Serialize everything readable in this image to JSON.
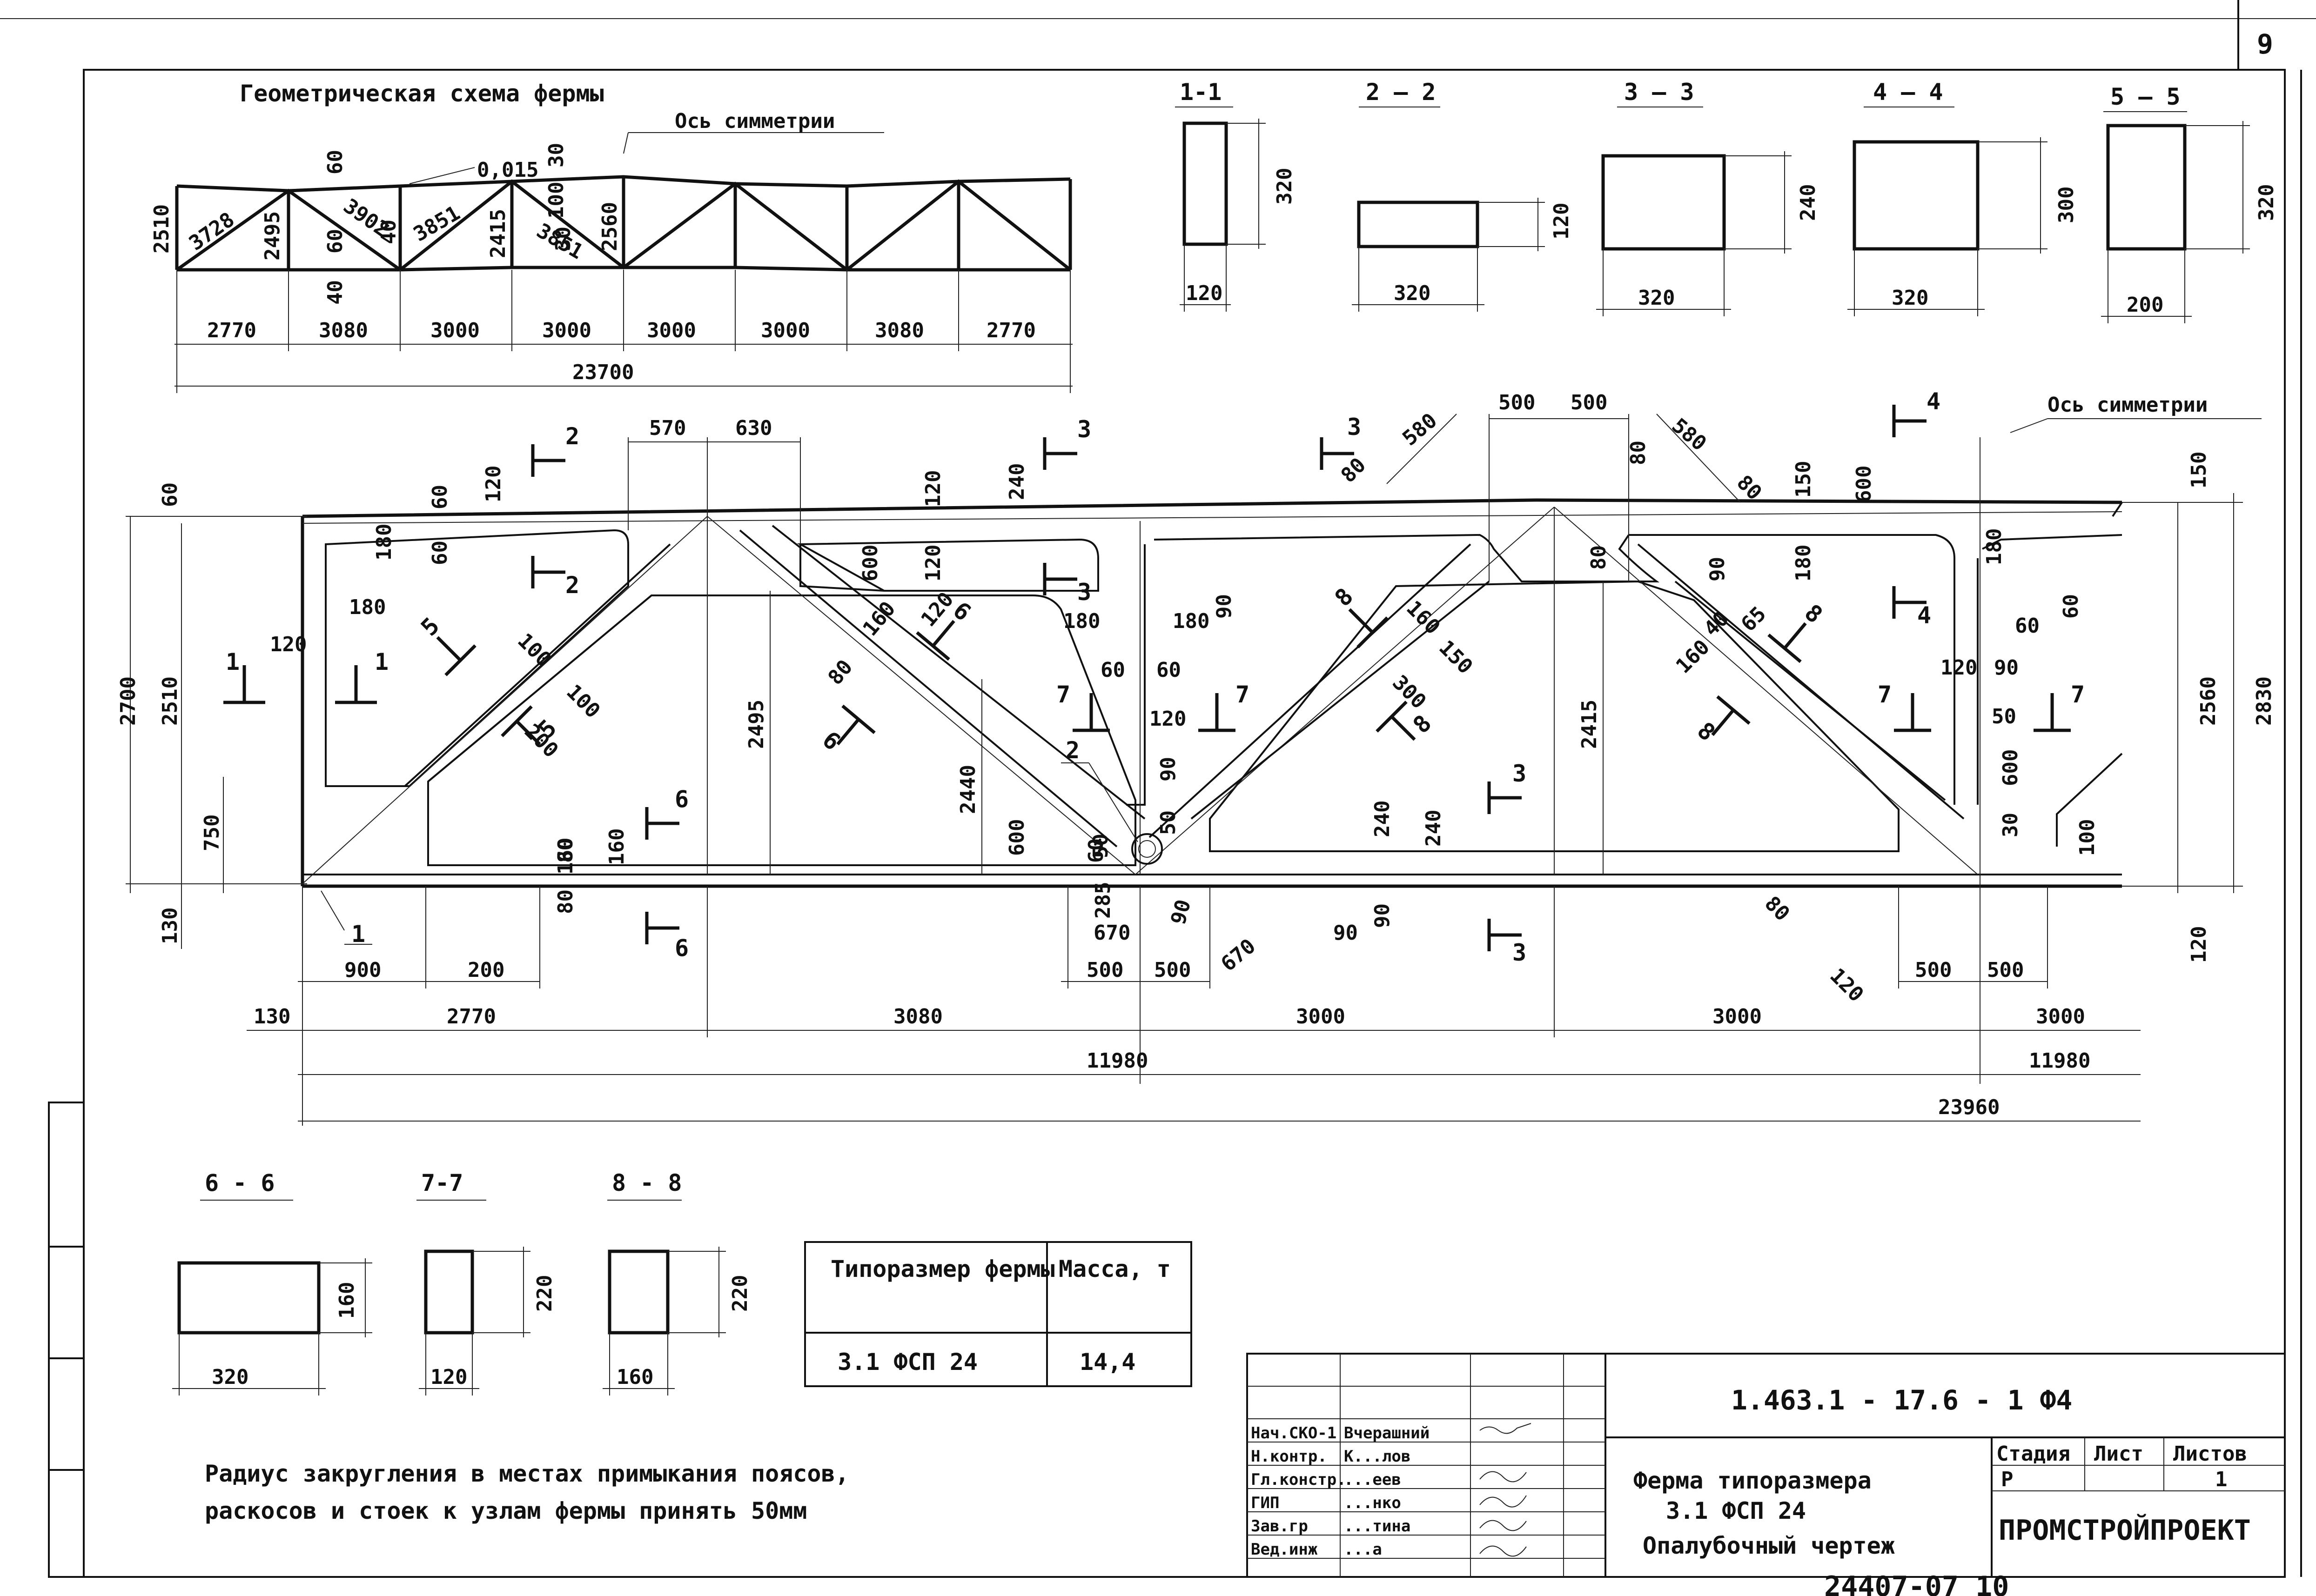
{
  "sheet": {
    "number": "9",
    "stamp": "24407-07  10"
  },
  "geom_scheme": {
    "title": "Геометрическая схема фермы",
    "axis_label": "Ось симметрии",
    "slope": "0,015",
    "heights": [
      "2510",
      "2495",
      "2415",
      "2560"
    ],
    "diagonals": [
      "3728",
      "3902",
      "3851",
      "3851"
    ],
    "small": [
      "60",
      "60",
      "40",
      "40",
      "30",
      "100",
      "30"
    ],
    "panels": [
      "2770",
      "3080",
      "3000",
      "3000",
      "3000",
      "3000",
      "3080",
      "2770"
    ],
    "total": "23700"
  },
  "top_sections": [
    {
      "label": "1-1",
      "w": "120",
      "h": "320"
    },
    {
      "label": "2 – 2",
      "w": "320",
      "h": "120"
    },
    {
      "label": "3 – 3",
      "w": "320",
      "h": "240"
    },
    {
      "label": "4 – 4",
      "w": "320",
      "h": "300"
    },
    {
      "label": "5 – 5",
      "w": "200",
      "h": "320"
    }
  ],
  "main": {
    "axis_label": "Ось симметрии",
    "cut_marks": [
      "1",
      "1",
      "2",
      "2",
      "3",
      "3",
      "3",
      "3",
      "3",
      "3",
      "4",
      "4",
      "5",
      "5",
      "6",
      "6",
      "6",
      "6",
      "7",
      "7",
      "7",
      "7",
      "8",
      "8",
      "8",
      "8"
    ],
    "node_labels": [
      "1",
      "2"
    ],
    "dims_top": [
      "570",
      "630",
      "500",
      "500",
      "580",
      "580"
    ],
    "dims_vertical_left": [
      "2700",
      "2510",
      "750",
      "130"
    ],
    "dims_vertical_right": [
      "2560",
      "2830",
      "150",
      "120"
    ],
    "dims_mid": [
      "2495",
      "2440",
      "2415"
    ],
    "dims_misc": [
      "60",
      "60",
      "120",
      "60",
      "180",
      "180",
      "120",
      "100",
      "100",
      "200",
      "80",
      "80",
      "160",
      "600",
      "120",
      "240",
      "120",
      "180",
      "90",
      "180",
      "60",
      "60",
      "120",
      "90",
      "50",
      "600",
      "60",
      "80",
      "160",
      "120",
      "240",
      "240",
      "90",
      "90",
      "80",
      "80",
      "160",
      "150",
      "300",
      "150",
      "600",
      "180",
      "90",
      "180",
      "60",
      "60",
      "120",
      "90",
      "50",
      "600",
      "30",
      "100",
      "80",
      "80",
      "160",
      "40",
      "65",
      "285",
      "670",
      "90",
      "670",
      "90",
      "120",
      "80",
      "50",
      "160"
    ],
    "dims_bottom_row1": [
      "900",
      "200",
      "500",
      "500",
      "500",
      "500"
    ],
    "dims_bottom_row2": [
      "130",
      "2770",
      "3080",
      "3000",
      "3000",
      "3000"
    ],
    "half_spans": [
      "11980",
      "11980"
    ],
    "total": "23960"
  },
  "bottom_sections": [
    {
      "label": "6 - 6",
      "w": "320",
      "h": "160"
    },
    {
      "label": "7-7",
      "w": "120",
      "h": "220"
    },
    {
      "label": "8 - 8",
      "w": "160",
      "h": "220"
    }
  ],
  "mass_table": {
    "headers": [
      "Типоразмер фермы",
      "Масса, т"
    ],
    "row": [
      "3.1 ФСП 24",
      "14,4"
    ]
  },
  "note": {
    "line1": "Радиус закругления в местах примыкания поясов,",
    "line2": "раскосов и стоек к узлам фермы принять 50мм"
  },
  "title_block": {
    "code": "1.463.1 - 17.6 - 1 Ф4",
    "roles": [
      "Нач.СКО-1",
      "Н.контр.",
      "Гл.констр.",
      "ГИП",
      "Зав.гр",
      "Вед.инж"
    ],
    "names": [
      "Вчерашний",
      "К...лов",
      "...еев",
      "...нко",
      "...тина",
      "...а"
    ],
    "title1": "Ферма типоразмера",
    "title2": "3.1  ФСП 24",
    "title3": "Опалубочный чертеж",
    "stage_headers": [
      "Стадия",
      "Лист",
      "Листов"
    ],
    "stage_values": [
      "Р",
      "",
      "1"
    ],
    "org": "ПРОМСТРОЙПРОЕКТ"
  }
}
